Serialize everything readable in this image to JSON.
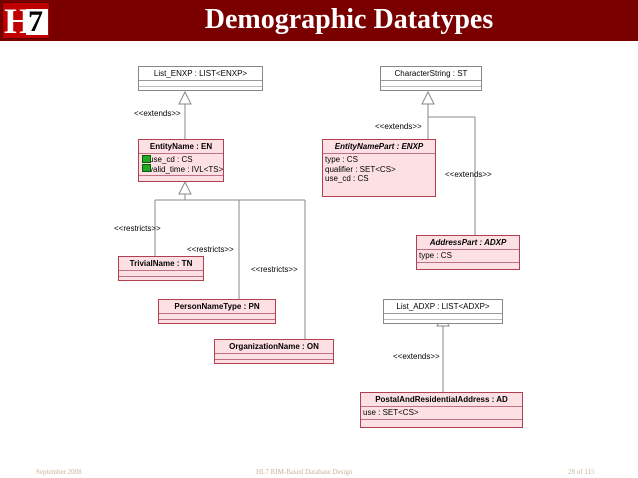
{
  "header": {
    "logo_h": "H",
    "logo_seven": "7",
    "title": "Demographic Datatypes"
  },
  "classes": {
    "list_enxp": {
      "name": "List_ENXP : LIST<ENXP>"
    },
    "character_string": {
      "name": "CharacterString : ST"
    },
    "entity_name": {
      "name": "EntityName : EN",
      "attrs": [
        "use_cd : CS",
        "valid_time : IVL<TS>"
      ]
    },
    "entity_name_part": {
      "name": "EntityNamePart : ENXP",
      "attrs": [
        "type : CS",
        "qualifier : SET<CS>",
        "use_cd : CS"
      ]
    },
    "trivial_name": {
      "name": "TrivialName : TN"
    },
    "address_part": {
      "name": "AddressPart : ADXP",
      "attrs": [
        "type : CS"
      ]
    },
    "person_name_type": {
      "name": "PersonNameType : PN"
    },
    "list_adxp": {
      "name": "List_ADXP : LIST<ADXP>"
    },
    "organization_name": {
      "name": "OrganizationName : ON"
    },
    "postal_address": {
      "name": "PostalAndResidentialAddress : AD",
      "attrs": [
        "use : SET<CS>"
      ]
    }
  },
  "stereotypes": {
    "extends_1": "<<extends>>",
    "extends_2": "<<extends>>",
    "extends_3": "<<extends>>",
    "extends_4": "<<extends>>",
    "restricts_1": "<<restricts>>",
    "restricts_2": "<<restricts>>",
    "restricts_3": "<<restricts>>"
  },
  "footer": {
    "date": "September 2008",
    "course": "HL7 RIM-Based Database Design",
    "page": "28 of 115"
  },
  "colors": {
    "header": "#7a0000",
    "class_fill": "#fde0e4",
    "class_border": "#b04050",
    "footer_text": "#c8b49a"
  }
}
